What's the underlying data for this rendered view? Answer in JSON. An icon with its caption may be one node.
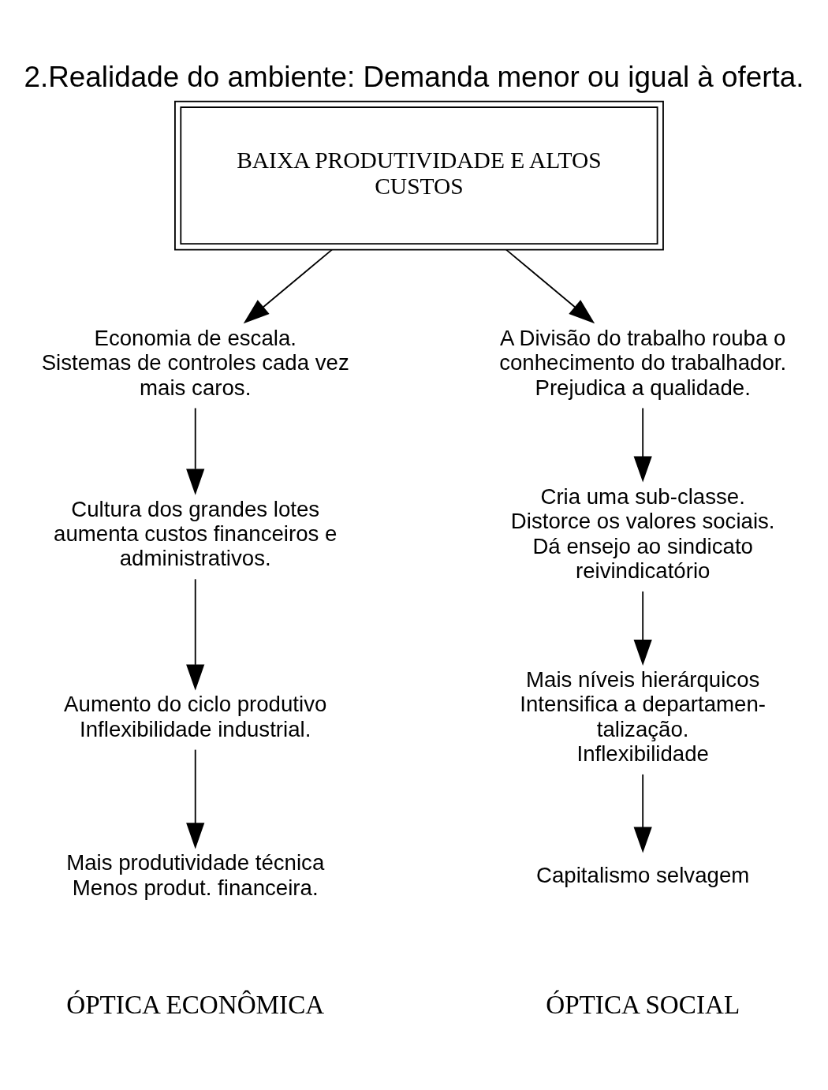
{
  "diagram": {
    "title": "2.Realidade do ambiente: Demanda menor ou igual à oferta.",
    "nodes": [
      {
        "text": [
          "BAIXA PRODUTIVIDADE E ALTOS CUSTOS"
        ]
      },
      {
        "text": [
          "Economia de escala.",
          "Sistemas de controles cada vez mais caros."
        ]
      },
      {
        "text": [
          "Cultura dos grandes lotes aumenta custos financeiros e administrativos."
        ]
      },
      {
        "text": [
          "Aumento do ciclo produtivo",
          "Inflexibilidade industrial."
        ]
      },
      {
        "text": [
          "Mais produtividade técnica",
          "Menos produt. financeira."
        ]
      },
      {
        "text": [
          "A Divisão do trabalho rouba o conhecimento do trabalhador.",
          "Prejudica a qualidade."
        ]
      },
      {
        "text": [
          "Cria uma sub-classe.",
          "Distorce os valores sociais.",
          "Dá ensejo ao sindicato reivindicatório"
        ]
      },
      {
        "text": [
          "Mais níveis hierárquicos",
          "Intensifica a departamen- talização.",
          "Inflexibilidade"
        ]
      },
      {
        "text": [
          "Capitalismo selvagem"
        ]
      }
    ],
    "edges": [
      {
        "from": 0,
        "to": 1,
        "arrow": "to"
      },
      {
        "from": 0,
        "to": 5,
        "arrow": "to"
      },
      {
        "from": 1,
        "to": 2,
        "arrow": "to"
      },
      {
        "from": 2,
        "to": 3,
        "arrow": "to"
      },
      {
        "from": 3,
        "to": 4,
        "arrow": "to"
      },
      {
        "from": 5,
        "to": 6,
        "arrow": "to"
      },
      {
        "from": 6,
        "to": 7,
        "arrow": "to"
      },
      {
        "from": 7,
        "to": 8,
        "arrow": "to"
      }
    ],
    "labels": [
      "ÓPTICA ECONÔMICA",
      "ÓPTICA SOCIAL"
    ]
  }
}
